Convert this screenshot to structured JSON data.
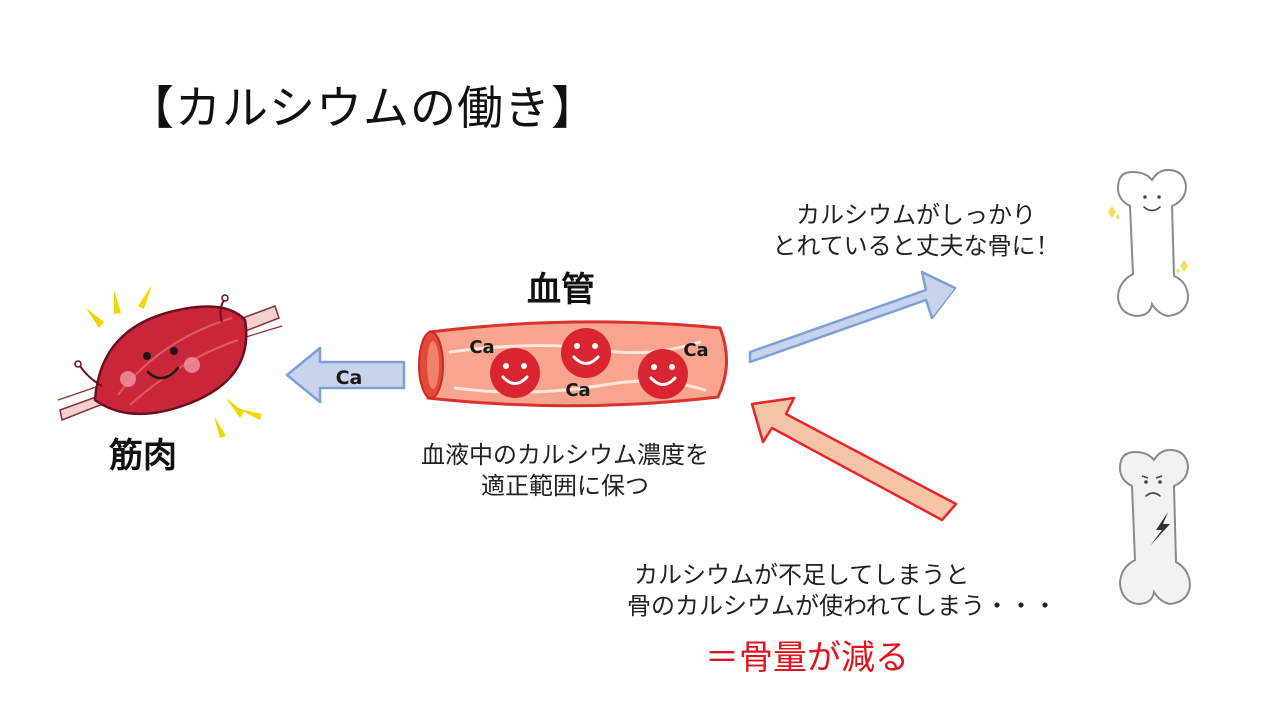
{
  "title": "【カルシウムの働き】",
  "labels": {
    "blood_vessel": "血管",
    "muscle": "筋肉",
    "ca": "Ca"
  },
  "captions": {
    "vessel": [
      "血液中のカルシウム濃度を",
      "適正範囲に保つ"
    ],
    "good": [
      "カルシウムがしっかり",
      "とれていると丈夫な骨に！"
    ],
    "bad": [
      "カルシウムが不足してしまうと",
      "骨のカルシウムが使われてしまう・・・"
    ],
    "bad_conclusion": "＝骨量が減る"
  },
  "colors": {
    "arrow_blue_fill": "#c7d4ec",
    "arrow_blue_stroke": "#7f9fd6",
    "arrow_orange_fill": "#f6c5a8",
    "arrow_red_stroke": "#e8262c",
    "vessel_fill": "#f7a58e",
    "vessel_stroke": "#d8332f",
    "blood_cell": "#d92531",
    "muscle": "#c9263a",
    "spark": "#f0d800",
    "conclusion_text": "#e0141e"
  }
}
